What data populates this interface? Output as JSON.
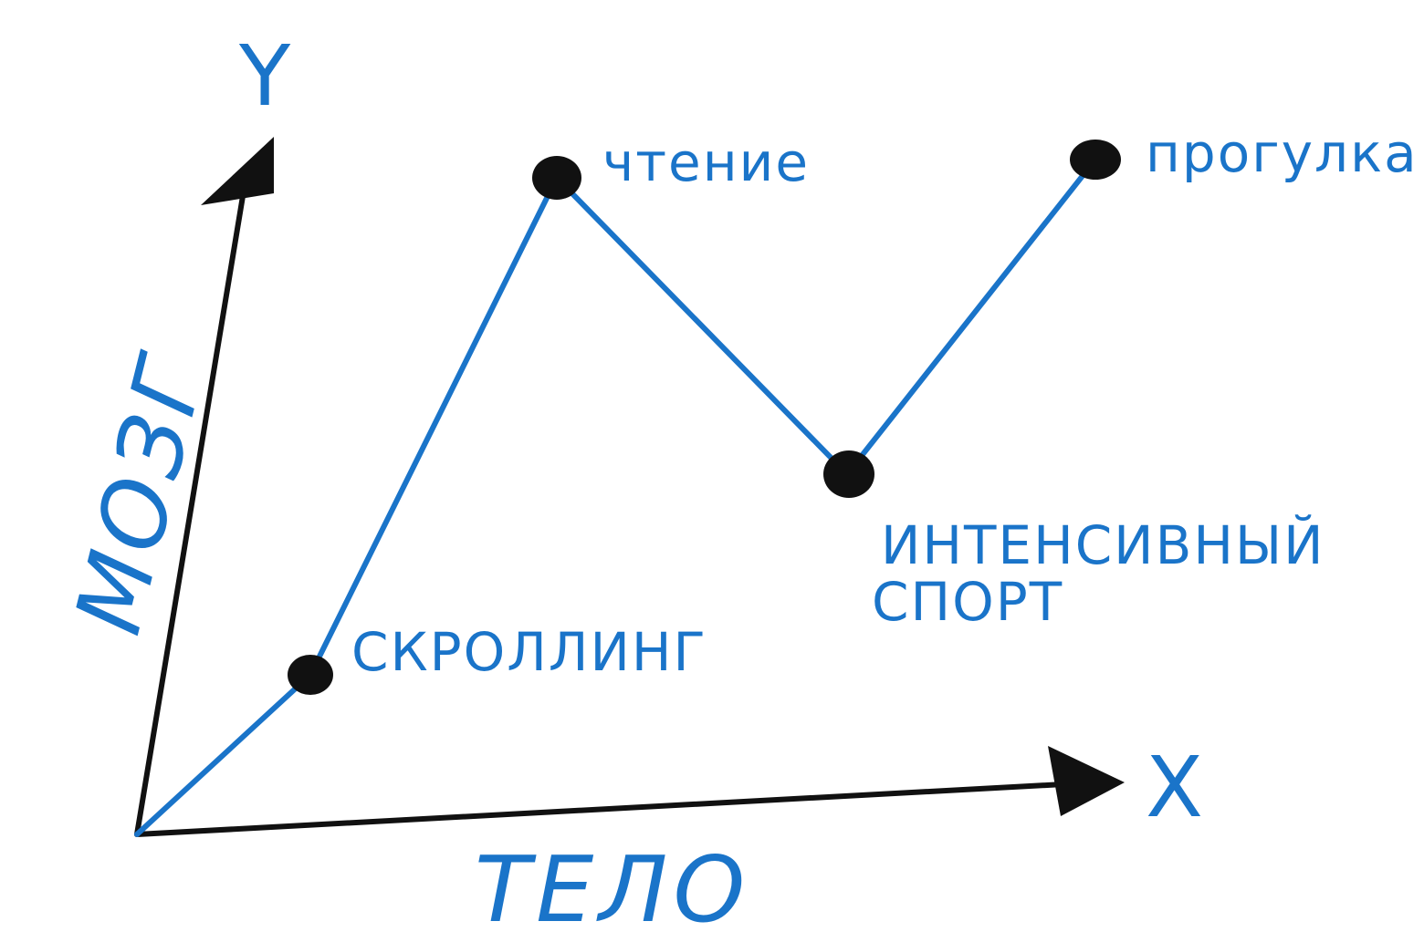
{
  "axes": {
    "y_letter": "Y",
    "x_letter": "X",
    "y_title": "МОЗГ",
    "x_title": "ТЕЛО"
  },
  "points": [
    {
      "label": "СКРОЛЛИНГ"
    },
    {
      "label": "чтение"
    },
    {
      "label_line1": "ИНТЕНСИВНЫЙ",
      "label_line2": "СПОРТ"
    },
    {
      "label": "прогулка"
    }
  ],
  "colors": {
    "ink_blue": "#1a74c9",
    "ink_black": "#111111",
    "background": "#ffffff"
  }
}
